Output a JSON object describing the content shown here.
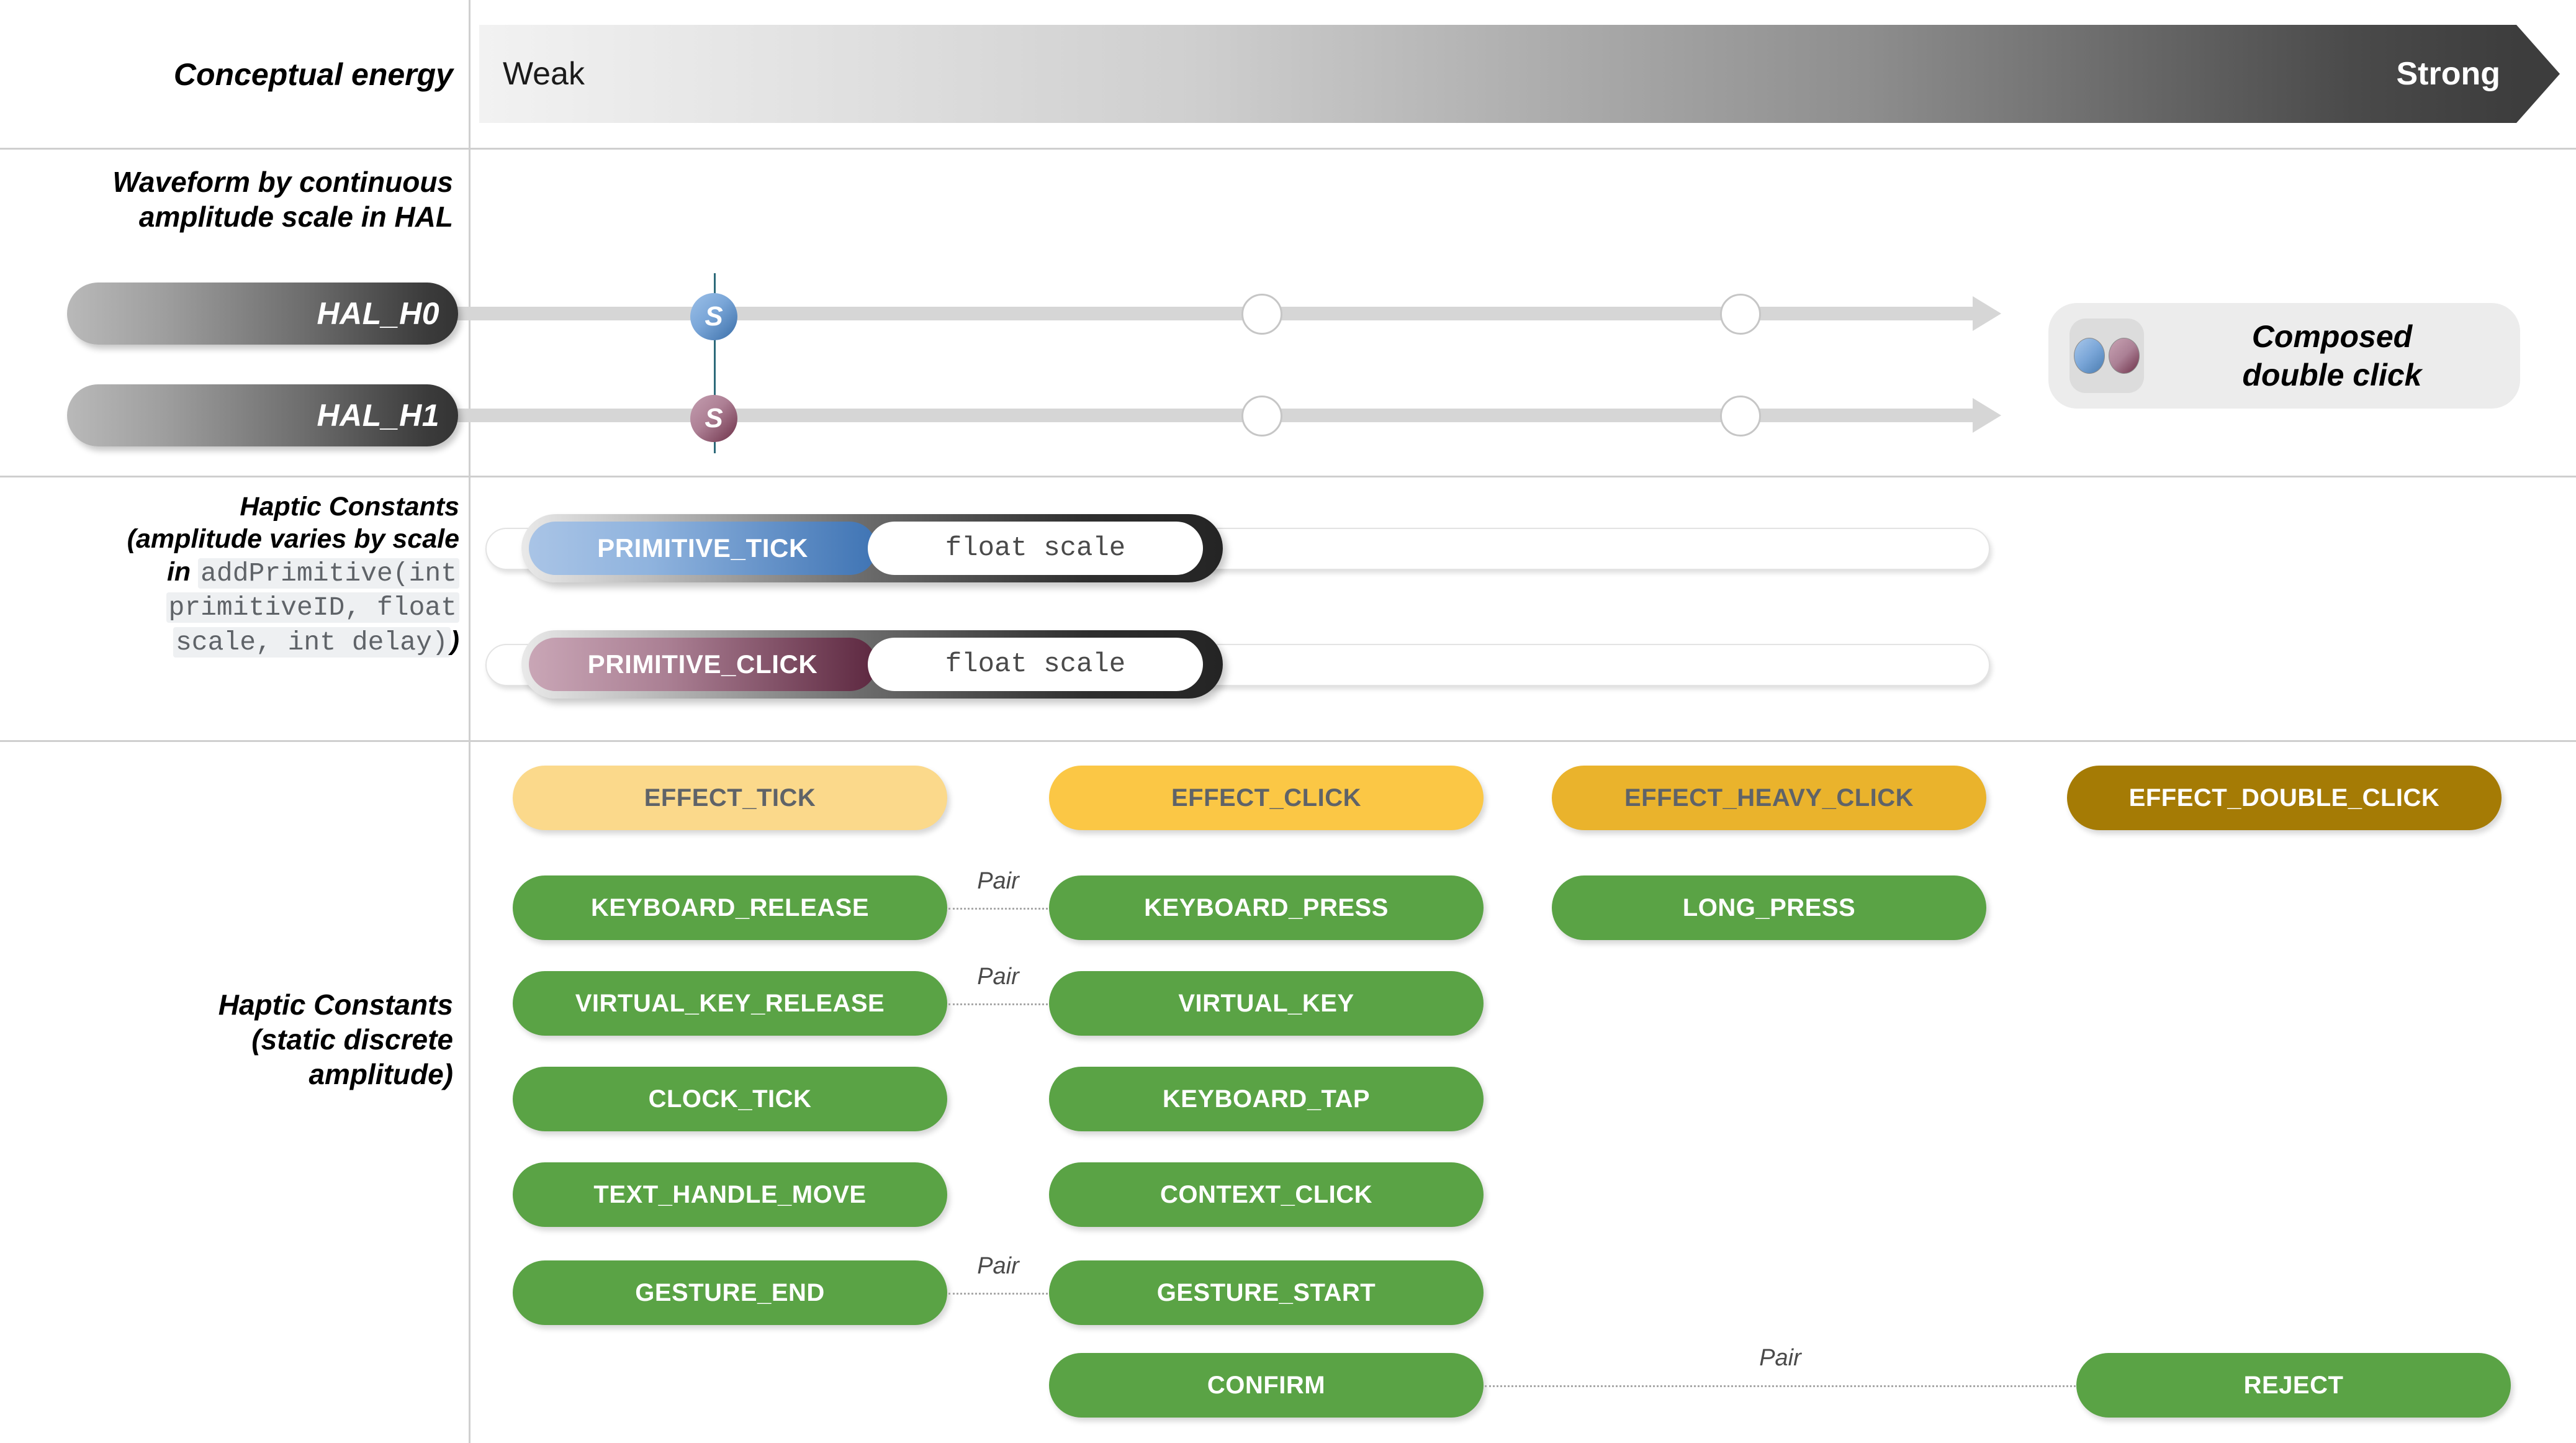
{
  "rows": {
    "energy": {
      "label": "Conceptual energy",
      "weak": "Weak",
      "strong": "Strong"
    },
    "waveform": {
      "label_line1": "Waveform by continuous",
      "label_line2": "amplitude scale in HAL",
      "hal": [
        {
          "name": "HAL_H0",
          "marker": "S",
          "marker_color": "#3a6ea8"
        },
        {
          "name": "HAL_H1",
          "marker": "S",
          "marker_color": "#6d3048"
        }
      ],
      "composed": {
        "line1": "Composed",
        "line2": "double click"
      }
    },
    "primitives": {
      "label_line1": "Haptic Constants",
      "label_line2": "(amplitude varies by scale",
      "label_line3_prefix": "in ",
      "label_code_line1": "addPrimitive(int",
      "label_code_line2": "primitiveID, float",
      "label_code_line3": "scale, int delay)",
      "label_line_suffix": ")",
      "items": [
        {
          "name": "PRIMITIVE_TICK",
          "value": "float scale",
          "accent": "#3f74b4"
        },
        {
          "name": "PRIMITIVE_CLICK",
          "value": "float scale",
          "accent": "#5d2840"
        }
      ]
    },
    "constants": {
      "label_line1": "Haptic Constants",
      "label_line2": "(static discrete",
      "label_line3": "amplitude)",
      "effects": [
        {
          "label": "EFFECT_TICK",
          "bg": "#fbd98b",
          "fg": "#5f6368"
        },
        {
          "label": "EFFECT_CLICK",
          "bg": "#fbc745",
          "fg": "#5f6368"
        },
        {
          "label": "EFFECT_HEAVY_CLICK",
          "bg": "#eab32c",
          "fg": "#5f6368"
        },
        {
          "label": "EFFECT_DOUBLE_CLICK",
          "bg": "#a57b05",
          "fg": "#ffffff"
        }
      ],
      "pair_label": "Pair",
      "columns": {
        "col1": [
          "KEYBOARD_RELEASE",
          "VIRTUAL_KEY_RELEASE",
          "CLOCK_TICK",
          "TEXT_HANDLE_MOVE",
          "GESTURE_END"
        ],
        "col2": [
          "KEYBOARD_PRESS",
          "VIRTUAL_KEY",
          "KEYBOARD_TAP",
          "CONTEXT_CLICK",
          "GESTURE_START",
          "CONFIRM"
        ],
        "col3": [
          "LONG_PRESS"
        ],
        "col4": [
          "REJECT"
        ]
      },
      "pairs": [
        {
          "label": "Pair",
          "from": "KEYBOARD_RELEASE",
          "to": "KEYBOARD_PRESS"
        },
        {
          "label": "Pair",
          "from": "VIRTUAL_KEY_RELEASE",
          "to": "VIRTUAL_KEY"
        },
        {
          "label": "Pair",
          "from": "GESTURE_END",
          "to": "GESTURE_START"
        },
        {
          "label": "Pair",
          "from": "CONFIRM",
          "to": "REJECT"
        }
      ]
    }
  },
  "colors": {
    "green": "#5aa345",
    "divider": "#cfcfcf",
    "rail": "#d6d6d6"
  }
}
